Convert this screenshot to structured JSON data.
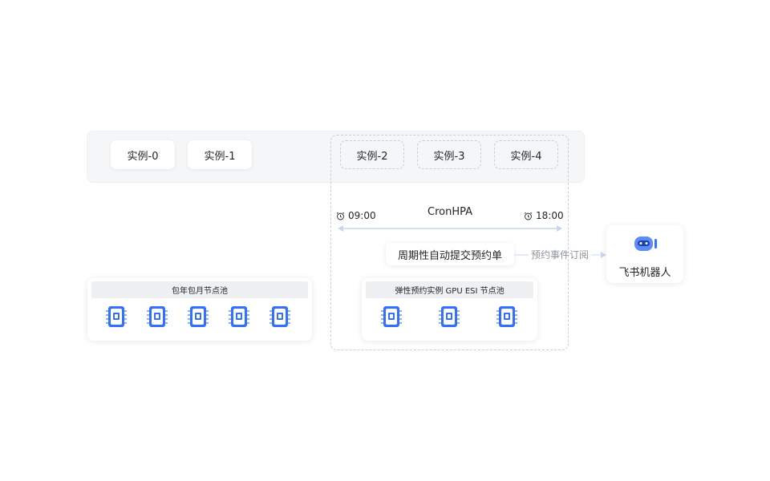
{
  "instances": [
    {
      "label": "实例-0"
    },
    {
      "label": "实例-1"
    },
    {
      "label": "实例-2"
    },
    {
      "label": "实例-3"
    },
    {
      "label": "实例-4"
    }
  ],
  "cronhpa": {
    "title": "CronHPA",
    "start_time": "09:00",
    "end_time": "18:00"
  },
  "submit_label": "周期性自动提交预约单",
  "event_label": "预约事件订阅",
  "bot_label": "飞书机器人",
  "pools": {
    "monthly": {
      "label": "包年包月节点池",
      "node_count": 5
    },
    "elastic": {
      "label": "弹性预约实例 GPU ESI 节点池",
      "node_count": 3
    }
  },
  "colors": {
    "accent": "#3370ff",
    "line": "#c9d6ee",
    "muted": "#8f959e"
  },
  "icons": {
    "clock": "alarm-clock-icon",
    "chip": "gpu-chip-icon",
    "bot": "robot-icon"
  }
}
